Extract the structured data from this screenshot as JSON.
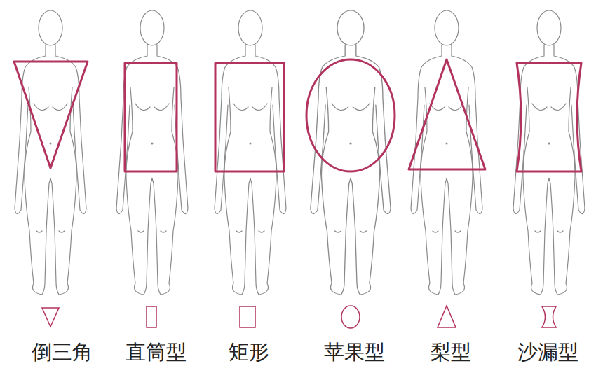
{
  "diagram": {
    "labels": [
      "倒三角",
      "直筒型",
      "矩形",
      "苹果型",
      "梨型",
      "沙漏型"
    ]
  }
}
